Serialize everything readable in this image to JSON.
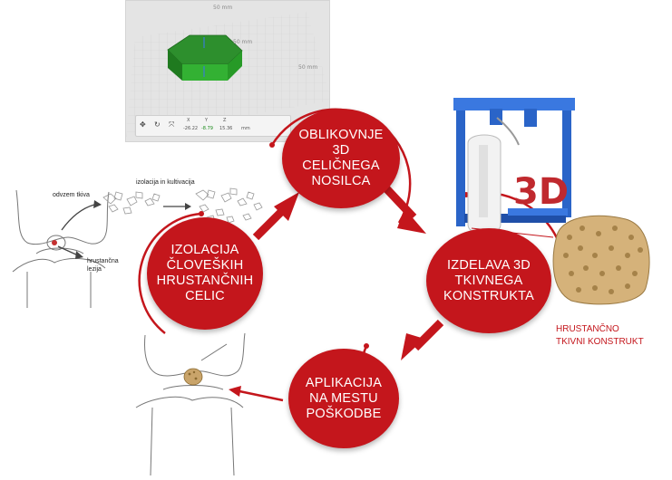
{
  "steps": {
    "design": "OBLIKOVNJE\n3D\nCELIČNEGA\nNOSILCA",
    "fabrication": "IZDELAVA 3D\nTKIVNEGA\nKONSTRUKTA",
    "application": "APLIKACIJA\nNA MESTU\nPOŠKODBE",
    "isolation": "IZOLACIJA\nČLOVEŠKIH\nHRUSTANČNIH\nCELIC"
  },
  "knee_labels": {
    "biopsy": "odvzem tkiva",
    "isolation": "izolacija in kultivacija",
    "lesion": "hrustančna\nlezija"
  },
  "product_caption": "HRUSTANČNO\nTKIVNI KONSTRUKT",
  "printer_badge": "3D",
  "cad": {
    "dim_labels": [
      "50 mm",
      "50 mm",
      "50 mm"
    ],
    "axes": [
      "X",
      "Y",
      "Z"
    ],
    "values": [
      "-26.22",
      "-8.79",
      "15.36"
    ],
    "unit": "mm"
  },
  "colors": {
    "accent_red": "#c4161c",
    "model_green": "#2fa52f",
    "printer_blue": "#2a64c8",
    "scaffold_tan": "#c9a46a"
  }
}
